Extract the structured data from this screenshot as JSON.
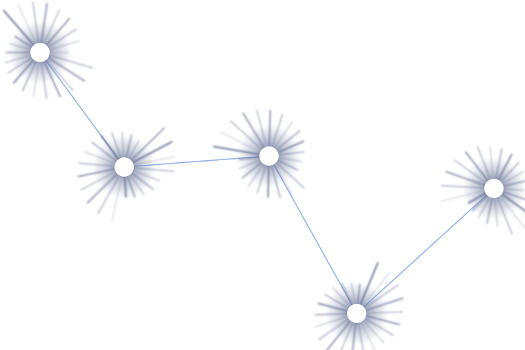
{
  "diagram": {
    "nodes": [
      {
        "id": "n1",
        "label": ""
      },
      {
        "id": "n2",
        "label": ""
      },
      {
        "id": "n3",
        "label": ""
      },
      {
        "id": "n4",
        "label": ""
      },
      {
        "id": "n5",
        "label": ""
      }
    ],
    "edges": [
      {
        "from": "n1",
        "to": "n2"
      },
      {
        "from": "n2",
        "to": "n3"
      },
      {
        "from": "n3",
        "to": "n4"
      },
      {
        "from": "n4",
        "to": "n5"
      }
    ]
  },
  "colors": {
    "edge": "#8fb0ef",
    "glow": "#5f6a91",
    "node": "#ffffff"
  }
}
